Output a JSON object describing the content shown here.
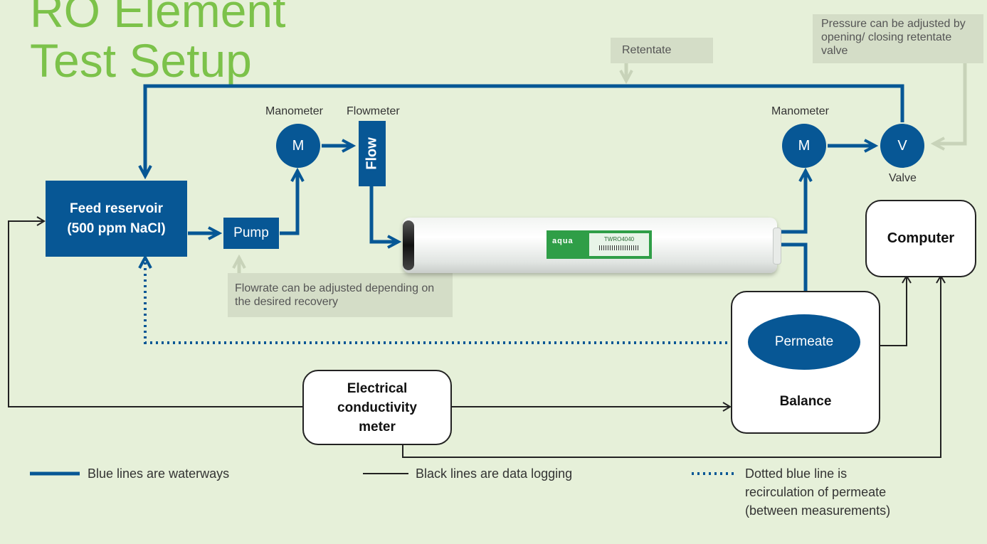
{
  "title": {
    "line1": "RO Element",
    "line2": "Test Setup"
  },
  "notes": {
    "retentate": "Retentate",
    "pressure": "Pressure can be adjusted by opening/ closing retentate valve",
    "flowrate": "Flowrate can be adjusted depending on the desired recovery"
  },
  "nodes": {
    "feed_reservoir": "Feed reservoir (500 ppm NaCl)",
    "pump": "Pump",
    "manometer_feed": {
      "symbol": "M",
      "label": "Manometer"
    },
    "flowmeter": {
      "symbol": "Flow",
      "label": "Flowmeter"
    },
    "manometer_retentate": {
      "symbol": "M",
      "label": "Manometer"
    },
    "valve": {
      "symbol": "V",
      "label": "Valve"
    },
    "computer": "Computer",
    "permeate": "Permeate",
    "balance": "Balance",
    "ec_meter": "Electrical conductivity meter"
  },
  "membrane": {
    "brand": "aqua",
    "model": "TWRO4040"
  },
  "legend": {
    "waterways": "Blue lines are waterways",
    "data_logging": "Black lines are data logging",
    "recirculation": "Dotted blue line is recirculation of permeate (between measurements)"
  },
  "colors": {
    "water": "#075795",
    "data": "#222222",
    "note_arrow": "#c8d3b9",
    "title": "#7cc24a"
  }
}
